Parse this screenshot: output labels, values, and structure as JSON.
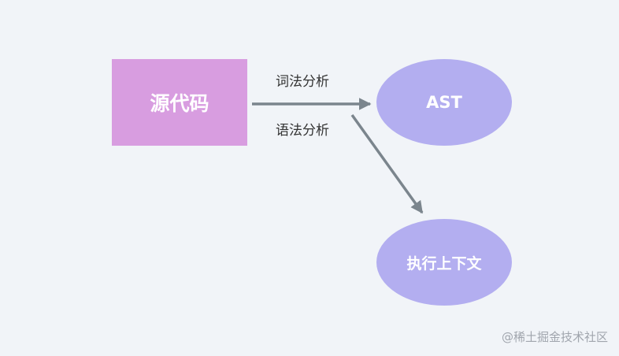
{
  "nodes": {
    "source": {
      "label": "源代码",
      "color": "#d89de0"
    },
    "ast": {
      "label": "AST",
      "color": "#b3aef0"
    },
    "context": {
      "label": "执行上下文",
      "color": "#b3aef0"
    }
  },
  "edges": {
    "lexical_label": "词法分析",
    "syntax_label": "语法分析",
    "arrow_color": "#7b858d"
  },
  "watermark": "@稀土掘金技术社区"
}
